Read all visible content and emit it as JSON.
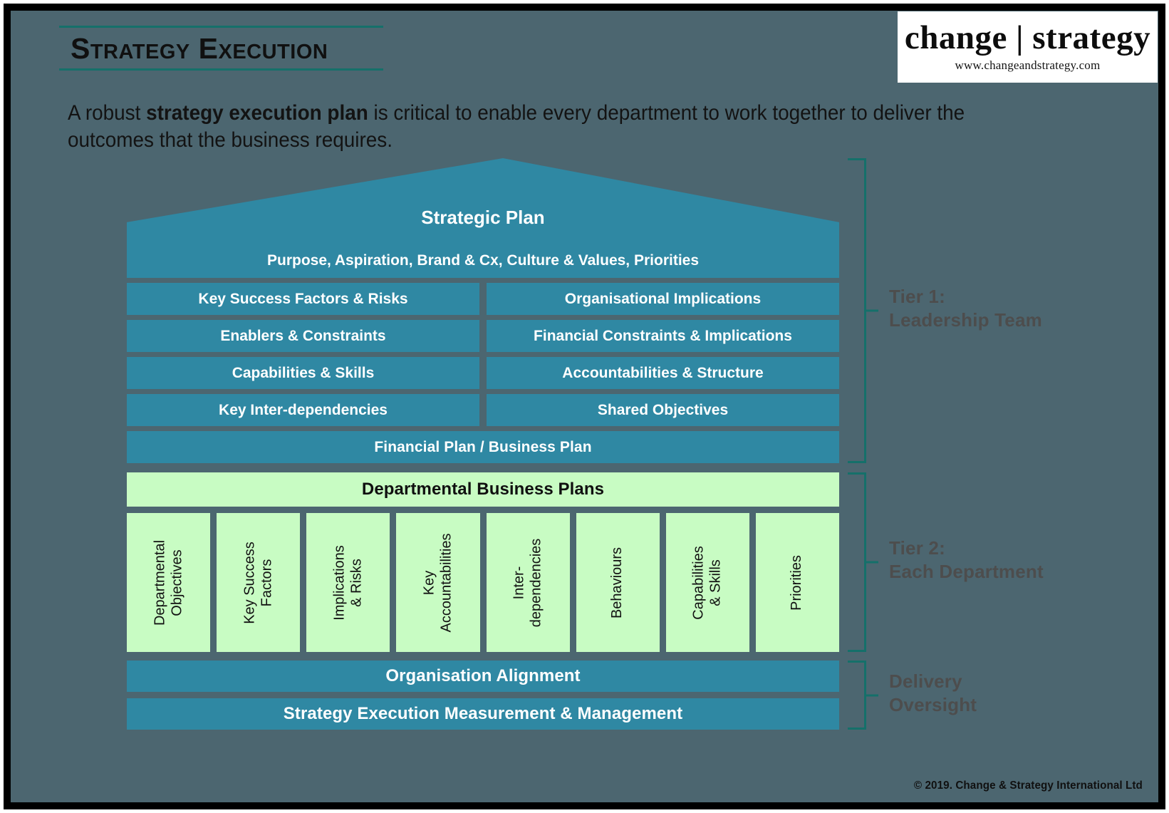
{
  "header": {
    "title": "Strategy Execution",
    "logo_word": "change | strategy",
    "logo_url": "www.changeandstrategy.com",
    "intro_before": "A robust ",
    "intro_bold": "strategy execution plan",
    "intro_after": " is critical to enable every department to work together to deliver the outcomes that the business requires."
  },
  "diagram": {
    "roof": {
      "title": "Strategic Plan",
      "subtitle": "Purpose, Aspiration, Brand & Cx, Culture & Values, Priorities"
    },
    "tier1_rows": [
      {
        "left": "Key Success Factors & Risks",
        "right": "Organisational Implications"
      },
      {
        "left": "Enablers & Constraints",
        "right": "Financial Constraints & Implications"
      },
      {
        "left": "Capabilities & Skills",
        "right": "Accountabilities & Structure"
      },
      {
        "left": "Key Inter-dependencies",
        "right": "Shared Objectives"
      }
    ],
    "financial_plan": "Financial Plan / Business Plan",
    "dept_header": "Departmental Business Plans",
    "dept_columns": [
      "Departmental\nObjectives",
      "Key Success\nFactors",
      "Implications\n& Risks",
      "Key\nAccountabilities",
      "Inter-\ndependencies",
      "Behaviours",
      "Capabilities\n& Skills",
      "Priorities"
    ],
    "org_alignment": "Organisation Alignment",
    "measurement": "Strategy Execution Measurement & Management"
  },
  "tiers": [
    {
      "label": "Tier 1:\nLeadership Team"
    },
    {
      "label": "Tier 2:\nEach Department"
    },
    {
      "label": "Delivery\nOversight"
    }
  ],
  "footer": {
    "copyright": "© 2019. Change & Strategy International Ltd"
  },
  "colors": {
    "background": "#4c6670",
    "blue": "#2f88a3",
    "green": "#c8fcc3",
    "teal_rule": "#15706a",
    "tier_label": "#4d4d4d",
    "frame": "#000000"
  }
}
